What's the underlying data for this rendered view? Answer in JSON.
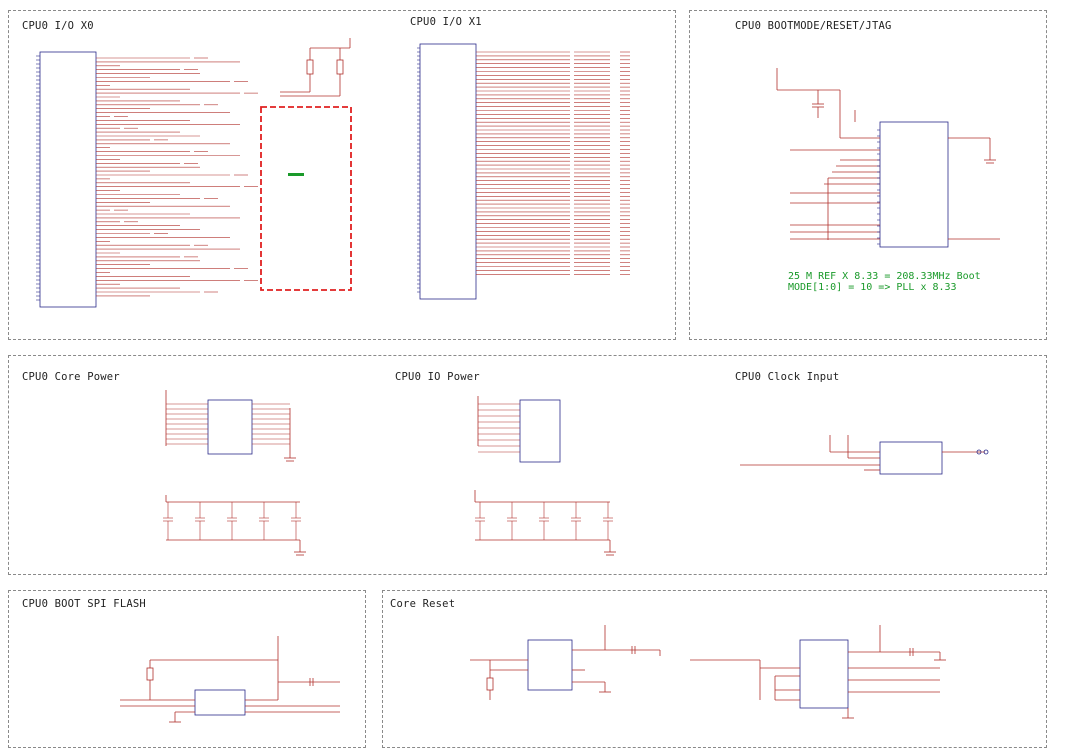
{
  "panels": {
    "io_x0": "CPU0 I/O X0",
    "io_x1": "CPU0 I/O X1",
    "bootmode": "CPU0 BOOTMODE/RESET/JTAG",
    "core_power": "CPU0 Core Power",
    "io_power": "CPU0 IO Power",
    "clock_input": "CPU0 Clock Input",
    "boot_spi_flash": "CPU0 BOOT SPI FLASH",
    "core_reset": "Core Reset"
  },
  "notes": {
    "pll_line1": "25 M REF X 8.33 = 208.33MHz Boot",
    "pll_line2": "MODE[1:0] = 10 => PLL x 8.33"
  },
  "colors": {
    "wire": "#b0302c",
    "symbol": "#2a2a8a",
    "highlight": "#e02020",
    "note": "#1a9a2a",
    "frame": "#8a8a8a"
  }
}
